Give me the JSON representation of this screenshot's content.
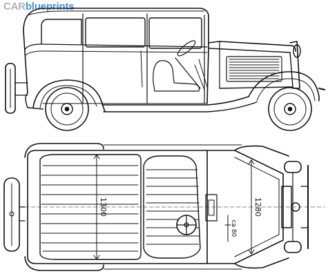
{
  "logo": {
    "prefix": "CAR",
    "suffix": "blueprints"
  },
  "dimensions": {
    "rear_track": "1300",
    "front_track": "1280",
    "steering_note": "ca 80"
  },
  "colors": {
    "logo_prefix": "#b0b0b0",
    "logo_suffix": "#4a90d9",
    "line": "#111111"
  }
}
